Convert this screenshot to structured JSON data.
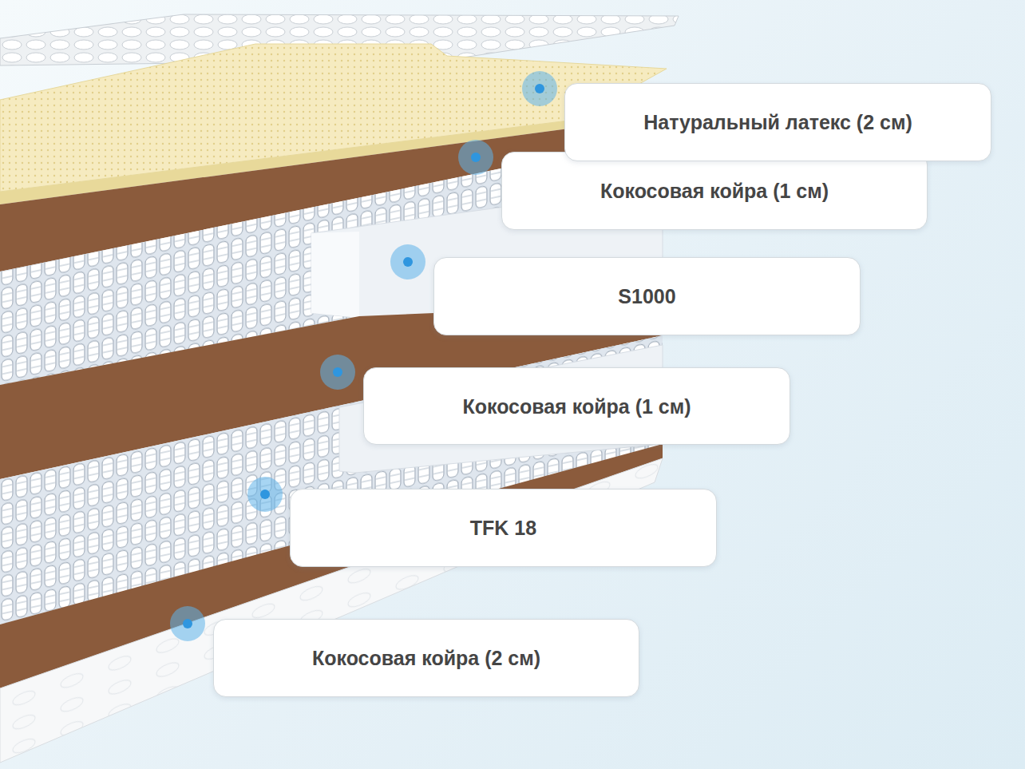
{
  "diagram": {
    "nodes": [
      {
        "text": [
          "Натуральный латекс (2 см)"
        ]
      },
      {
        "text": [
          "Кокосовая койра (1 см)"
        ]
      },
      {
        "text": [
          "S1000"
        ]
      },
      {
        "text": [
          "Кокосовая койра (1 см)"
        ]
      },
      {
        "text": [
          "TFK 18"
        ]
      },
      {
        "text": [
          "Кокосовая койра (2 см)"
        ]
      }
    ]
  }
}
